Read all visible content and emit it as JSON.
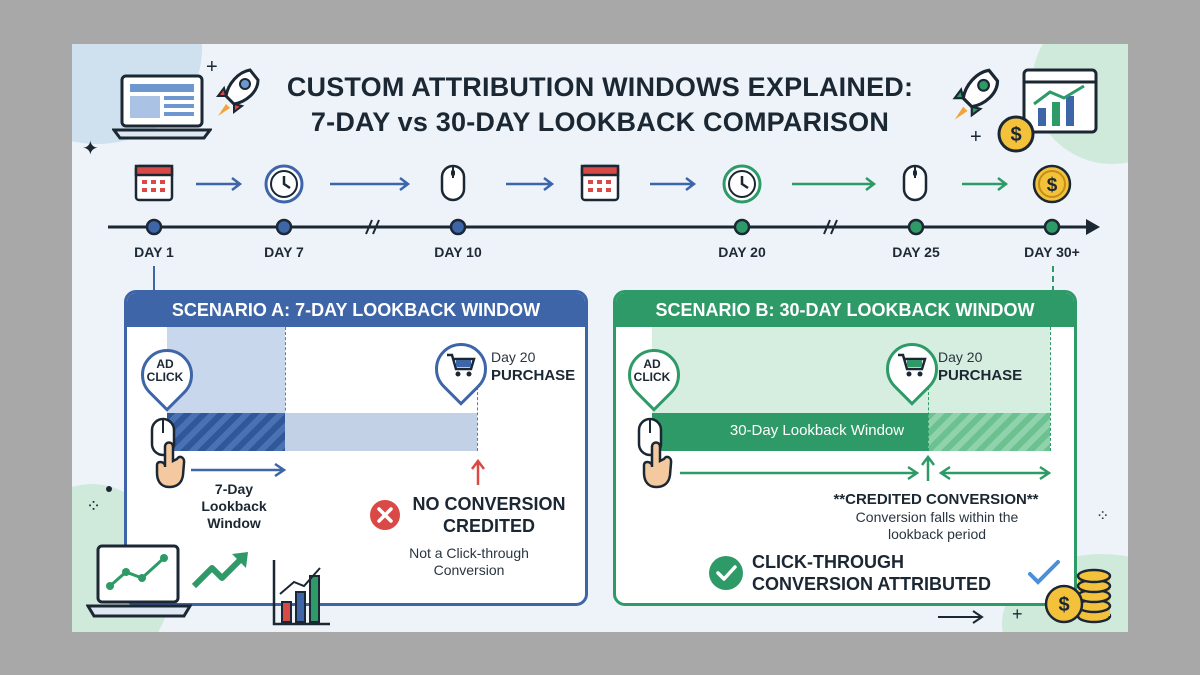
{
  "title": {
    "line1": "CUSTOM ATTRIBUTION WINDOWS EXPLAINED:",
    "line2": "7-DAY vs 30-DAY LOOKBACK COMPARISON"
  },
  "timeline": {
    "days": [
      "DAY 1",
      "DAY 7",
      "DAY 10",
      "DAY 20",
      "DAY 25",
      "DAY 30+"
    ],
    "icons": [
      "calendar-icon",
      "clock-icon",
      "mouse-icon",
      "calendar-icon",
      "clock-icon",
      "mouse-icon",
      "coin-icon"
    ]
  },
  "scenario_a": {
    "header": "SCENARIO A: 7-DAY LOOKBACK WINDOW",
    "ad_click": "AD CLICK",
    "purchase_day": "Day 20",
    "purchase_label": "PURCHASE",
    "window_label": "7-Day Lookback Window",
    "result_title": "NO CONVERSION CREDITED",
    "result_sub": "Not a Click-through Conversion"
  },
  "scenario_b": {
    "header": "SCENARIO B: 30-DAY LOOKBACK WINDOW",
    "ad_click": "AD CLICK",
    "purchase_day": "Day 20",
    "purchase_label": "PURCHASE",
    "window_label": "30-Day Lookback Window",
    "credited": "**CREDITED CONVERSION**",
    "credited_sub": "Conversion falls within the lookback period",
    "result_title": "CLICK-THROUGH CONVERSION ATTRIBUTED"
  },
  "colors": {
    "blue": "#3d65a8",
    "green": "#2e9a68",
    "red": "#d94a46",
    "dark": "#1b2733"
  }
}
